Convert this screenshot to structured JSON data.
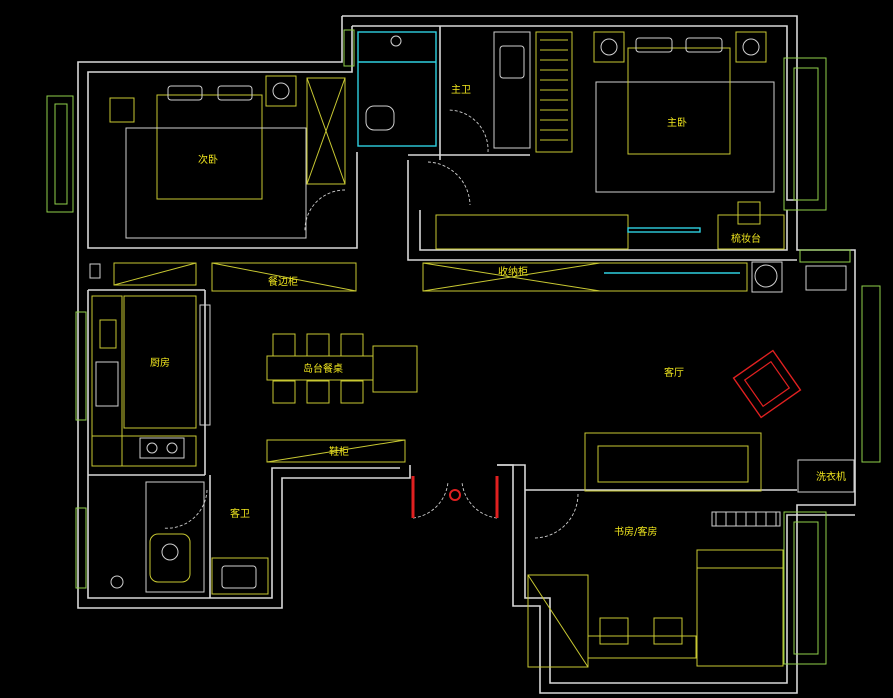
{
  "colors": {
    "background": "#000000",
    "walls": "#d8d8d8",
    "furniture": "#c8c832",
    "windows": "#8fd04a",
    "bathroom_cyan": "#2fd0e0",
    "labels": "#f0e61e",
    "chair_red": "#e02020"
  },
  "rooms": {
    "second_bedroom": "次卧",
    "master_bath": "主卫",
    "master_bedroom": "主卧",
    "dressing_table": "梳妆台",
    "storage_cabinet": "收纳柜",
    "sideboard": "餐边柜",
    "kitchen": "厨房",
    "island_dining": "岛台餐桌",
    "living_room": "客厅",
    "shoe_cabinet": "鞋柜",
    "guest_bath": "客卫",
    "study_guest": "书房/客房",
    "washing_machine": "洗衣机"
  }
}
